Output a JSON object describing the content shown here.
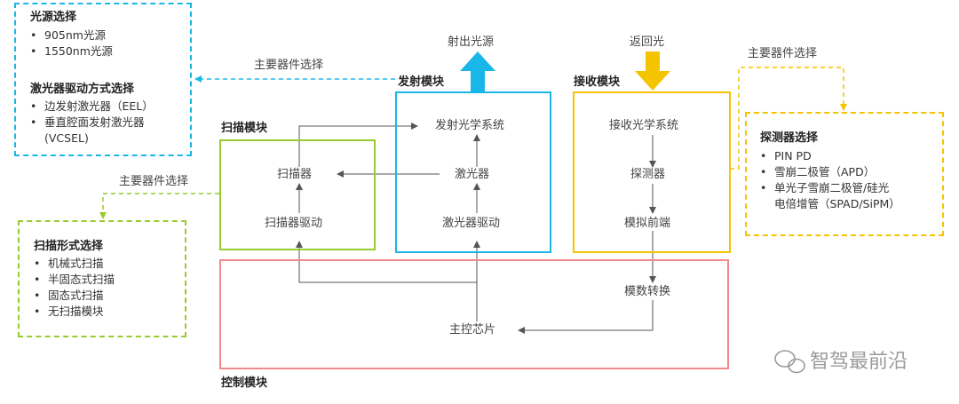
{
  "colors": {
    "blue": "#19b7e8",
    "yellow": "#f5c400",
    "green": "#9acb2e",
    "red": "#f08a8a",
    "line": "#555555"
  },
  "light_source": {
    "title": "光源选择",
    "items": [
      "905nm光源",
      "1550nm光源"
    ],
    "driver_title": "激光器驱动方式选择",
    "driver_items": [
      "边发射激光器（EEL）",
      "垂直腔面发射激光器",
      "(VCSEL)"
    ]
  },
  "main_selection_label": "主要器件选择",
  "emit": {
    "label": "射出光源",
    "module": "发射模块",
    "optics": "发射光学系统",
    "laser": "激光器",
    "driver": "激光器驱动"
  },
  "receive": {
    "label": "返回光",
    "module": "接收模块",
    "optics": "接收光学系统",
    "detector": "探测器",
    "frontend": "模拟前端"
  },
  "scan": {
    "module": "扫描模块",
    "scanner": "扫描器",
    "driver": "扫描器驱动"
  },
  "control": {
    "module": "控制模块",
    "adc": "模数转换",
    "chip": "主控芯片"
  },
  "detector_selection": {
    "title": "探测器选择",
    "items": [
      "PIN PD",
      "雪崩二极管（APD）",
      "单光子雪崩二极管/硅光",
      "电倍增管（SPAD/SiPM）"
    ]
  },
  "scan_selection": {
    "title": "扫描形式选择",
    "items": [
      "机械式扫描",
      "半固态式扫描",
      "固态式扫描",
      "无扫描模块"
    ]
  },
  "watermark": "智驾最前沿"
}
